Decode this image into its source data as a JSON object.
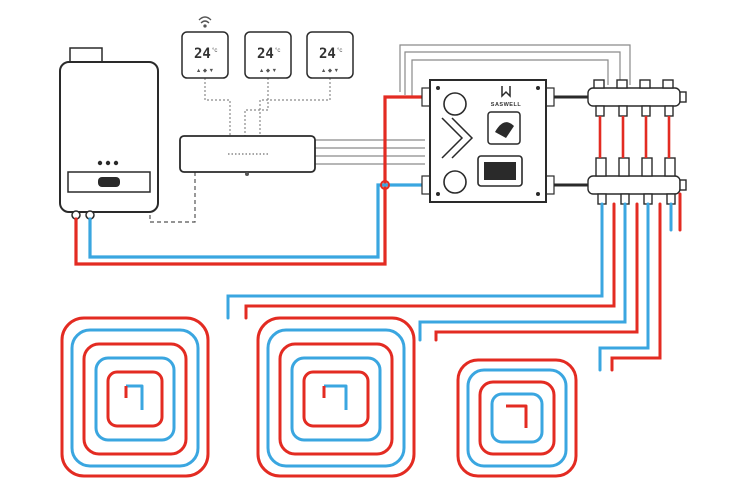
{
  "thermostats": [
    {
      "temp": "24",
      "unit": "°c",
      "buttons": "▲ ◆ ▼"
    },
    {
      "temp": "24",
      "unit": "°c",
      "buttons": "▲ ◆ ▼"
    },
    {
      "temp": "24",
      "unit": "°c",
      "buttons": "▲ ◆ ▼"
    }
  ],
  "mixing_unit": {
    "brand": "SASWELL"
  },
  "colors": {
    "hot": "#e32b22",
    "cold": "#3aa6e0",
    "outline": "#2a2a2a",
    "signal": "#8a8a8a"
  },
  "icons": [
    "wifi-icon",
    "brand-logo-icon",
    "fan-icon",
    "display-icon"
  ]
}
